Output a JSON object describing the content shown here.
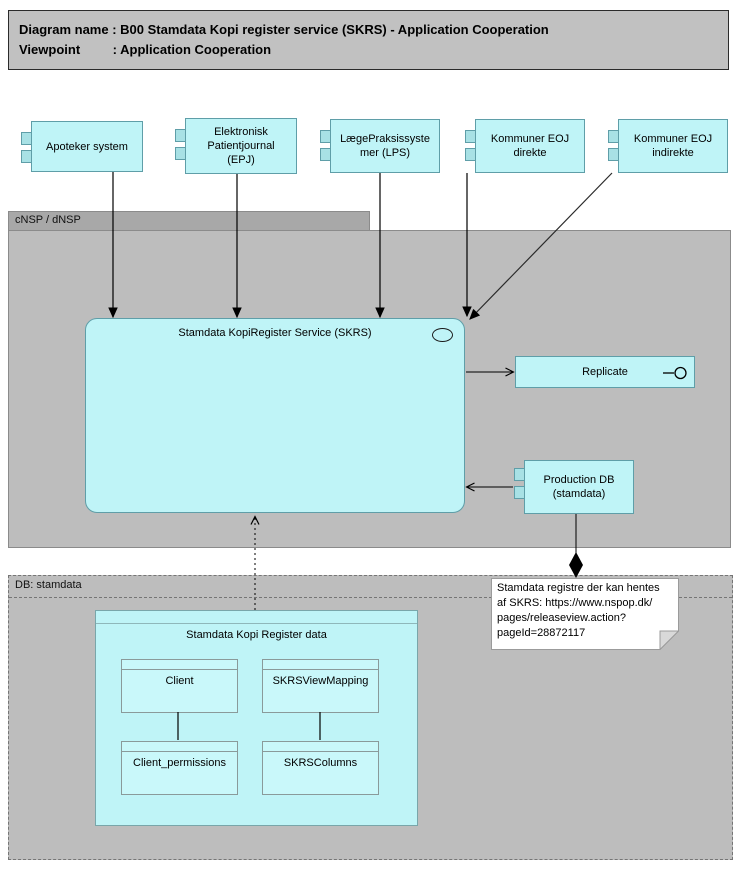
{
  "title": {
    "text": "Diagram name : B00 Stamdata Kopi register service (SKRS) - Application Cooperation\nViewpoint         : Application Cooperation"
  },
  "groups": {
    "cnsp": {
      "label": "cNSP / dNSP"
    },
    "db": {
      "label": "DB: stamdata"
    }
  },
  "components": [
    {
      "label": "Apoteker system"
    },
    {
      "label": "Elektronisk\nPatientjournal\n(EPJ)"
    },
    {
      "label": "LægePraksissyste\nmer (LPS)"
    },
    {
      "label": "Kommuner EOJ\ndirekte"
    },
    {
      "label": "Kommuner EOJ\nindirekte"
    },
    {
      "label": "Production DB\n(stamdata)"
    }
  ],
  "skrs": {
    "label": "Stamdata KopiRegister Service (SKRS)"
  },
  "replicate": {
    "label": "Replicate"
  },
  "db_model": {
    "container_label": "Stamdata Kopi Register data",
    "tables": [
      "Client",
      "SKRSViewMapping",
      "Client_permissions",
      "SKRSColumns"
    ]
  },
  "note": {
    "text": "Stamdata registre der kan hentes\naf SKRS: https://www.nspop.dk/\npages/releaseview.action?\npageId=28872117"
  },
  "icons": {
    "skrs_oval": "application-service-oval",
    "replicate": "interface-lollipop",
    "component_tabs": "uml-component-tabs"
  },
  "colors": {
    "component_fill": "#bff4f7",
    "component_border": "#5f9ea8",
    "group_fill": "#bdbdbd",
    "group_tab_fill": "#a8a8a8",
    "title_fill": "#c1c1c1",
    "note_fill": "#ffffff"
  }
}
